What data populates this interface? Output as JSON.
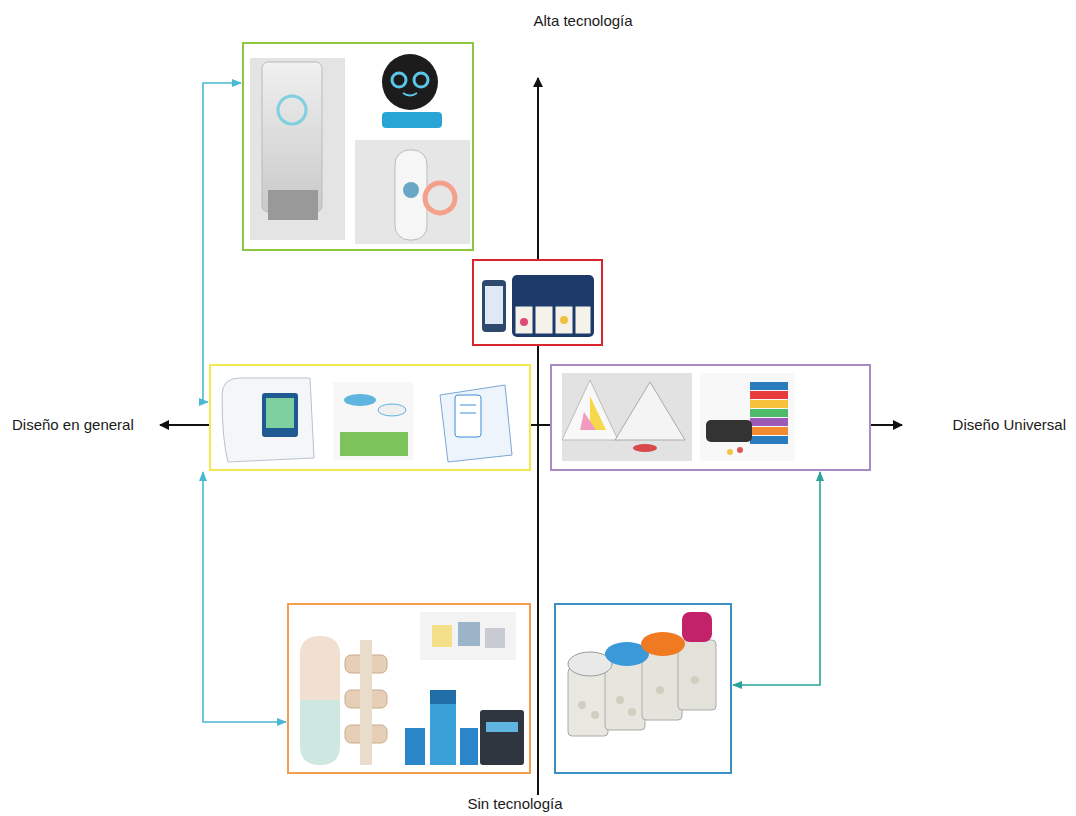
{
  "diagram": {
    "labels": [
      "Alta tecnología",
      "Sin tecnología",
      "Diseño en general",
      "Diseño Universal"
    ]
  }
}
